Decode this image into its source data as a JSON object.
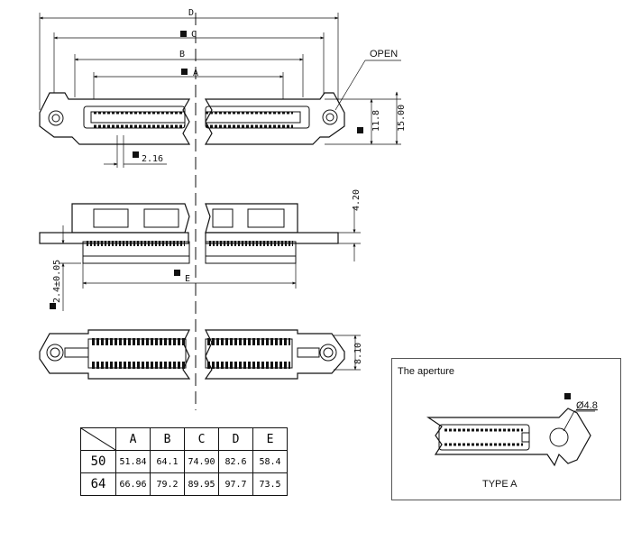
{
  "drawing": {
    "dimension_labels": {
      "a": "A",
      "b": "B",
      "c": "C",
      "d": "D",
      "e": "E",
      "pitch": "2.16",
      "height_inner": "11.8",
      "height_outer": "15.00",
      "top_height": "4.20",
      "tolerance": "2.4±0.05",
      "side_height": "8.10",
      "open_label": "OPEN"
    }
  },
  "table": {
    "headers": [
      "A",
      "B",
      "C",
      "D",
      "E"
    ],
    "rows": [
      {
        "pins": "50",
        "values": [
          "51.84",
          "64.1",
          "74.90",
          "82.6",
          "58.4"
        ]
      },
      {
        "pins": "64",
        "values": [
          "66.96",
          "79.2",
          "89.95",
          "97.7",
          "73.5"
        ]
      }
    ]
  },
  "aperture": {
    "title": "The aperture",
    "diameter": "Ø4.8",
    "type_label": "TYPE A"
  }
}
